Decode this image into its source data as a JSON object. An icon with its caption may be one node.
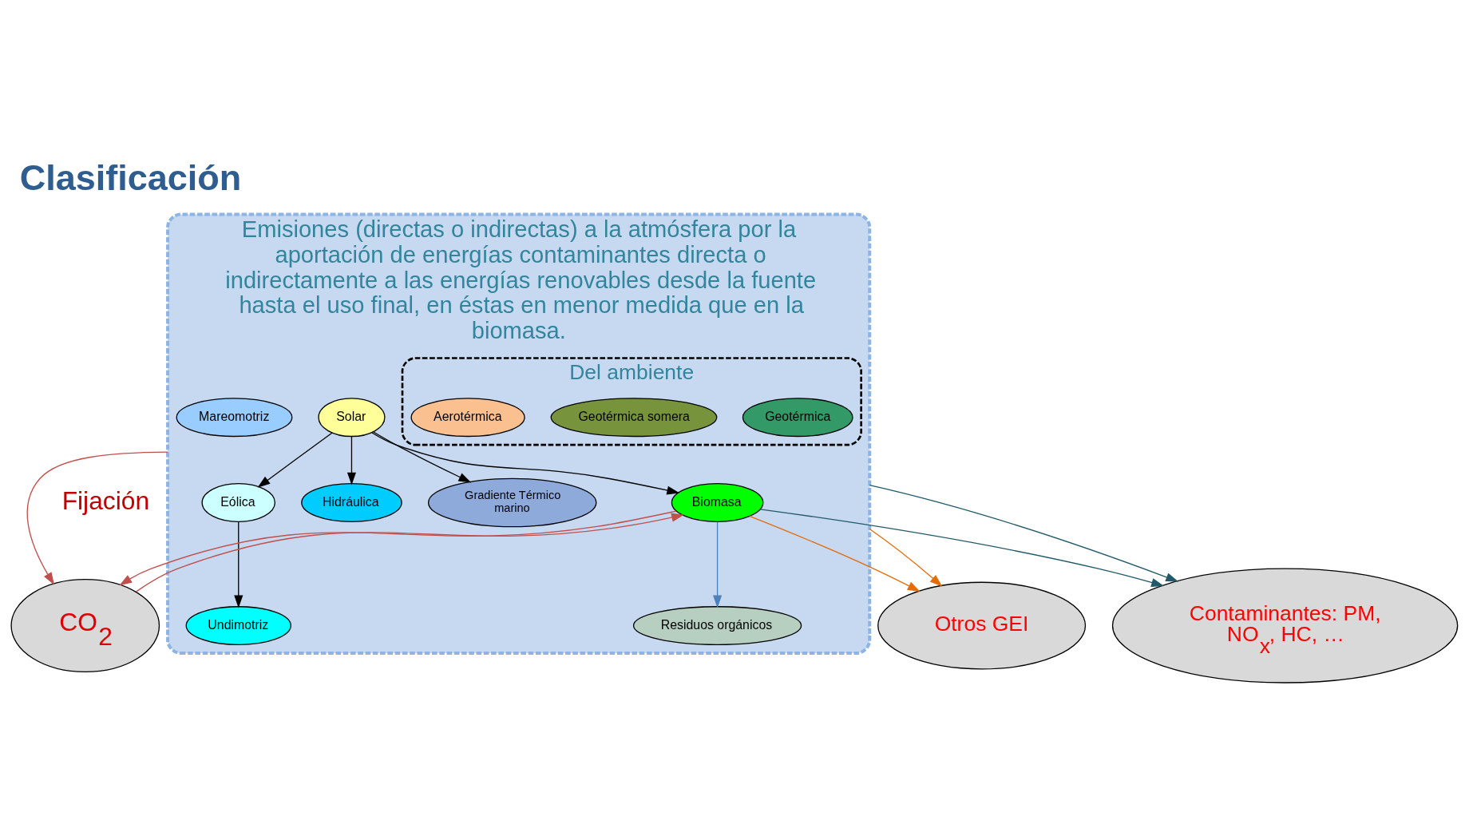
{
  "diagram": {
    "title": "Clasificación",
    "nodes": [
      {
        "text": [
          "Emisiones (directas o indirectas) a la atmósfera por la aportación de energías contaminantes directa o indirectamente a las energías renovables desde la fuente hasta el uso final, en éstas en menor medida que en la biomasa."
        ]
      },
      {
        "text": [
          "Solar"
        ],
        "in": 0
      },
      {
        "text": [
          "Eólica"
        ],
        "in": 0
      },
      {
        "text": [
          "Undimotriz"
        ],
        "in": 0
      },
      {
        "text": [
          "Mareomotriz"
        ],
        "in": 0
      },
      {
        "text": [
          "Hidráulica"
        ],
        "in": 0
      },
      {
        "text": [
          "Gradiente Térmico marino"
        ],
        "in": 0
      },
      {
        "text": [
          "Biomasa"
        ],
        "in": 0
      },
      {
        "text": [
          "Residuos orgánicos"
        ],
        "in": 0
      },
      {
        "text": [
          "Del ambiente"
        ],
        "in": 0
      },
      {
        "text": [
          "Geotérmica"
        ],
        "in": 9
      },
      {
        "text": [
          "Geotérmica somera"
        ],
        "in": 9
      },
      {
        "text": [
          "Aerotérmica"
        ],
        "in": 9
      },
      {
        "text": [
          "CO$_{2}$"
        ]
      },
      {
        "text": [
          "Otros GEI"
        ]
      },
      {
        "text": [
          "Contaminantes: PM, NO$_{x}$, HC, …"
        ]
      }
    ],
    "edges": [
      {
        "from": 1,
        "to": 2,
        "arrow": "to"
      },
      {
        "from": 2,
        "to": 3,
        "arrow": "to"
      },
      {
        "from": 1,
        "to": 5,
        "arrow": "to"
      },
      {
        "from": 1,
        "to": 6,
        "arrow": "to"
      },
      {
        "from": 1,
        "to": 7,
        "arrow": "to"
      },
      {
        "from": 13,
        "to": 7,
        "arrow": "to",
        "color": "#c0504d"
      },
      {
        "from": 7,
        "to": 13,
        "arrow": "to",
        "color": "#c0504d"
      },
      {
        "from": 7,
        "to": 14,
        "arrow": "to",
        "color": "#e46c0a"
      },
      {
        "from": 7,
        "to": 15,
        "arrow": "to",
        "color": "#215968"
      },
      {
        "from": 7,
        "to": 8,
        "arrow": "to",
        "color": "#4f81bd"
      },
      {
        "from": 0,
        "to": 15,
        "arrow": "to",
        "color": "#215968"
      },
      {
        "from": 0,
        "to": 14,
        "arrow": "to",
        "color": "#e46c0a"
      },
      {
        "from": 0,
        "to": 13,
        "arrow": "to",
        "color": "#c0504d"
      }
    ],
    "labels": [
      "Fijación"
    ]
  }
}
